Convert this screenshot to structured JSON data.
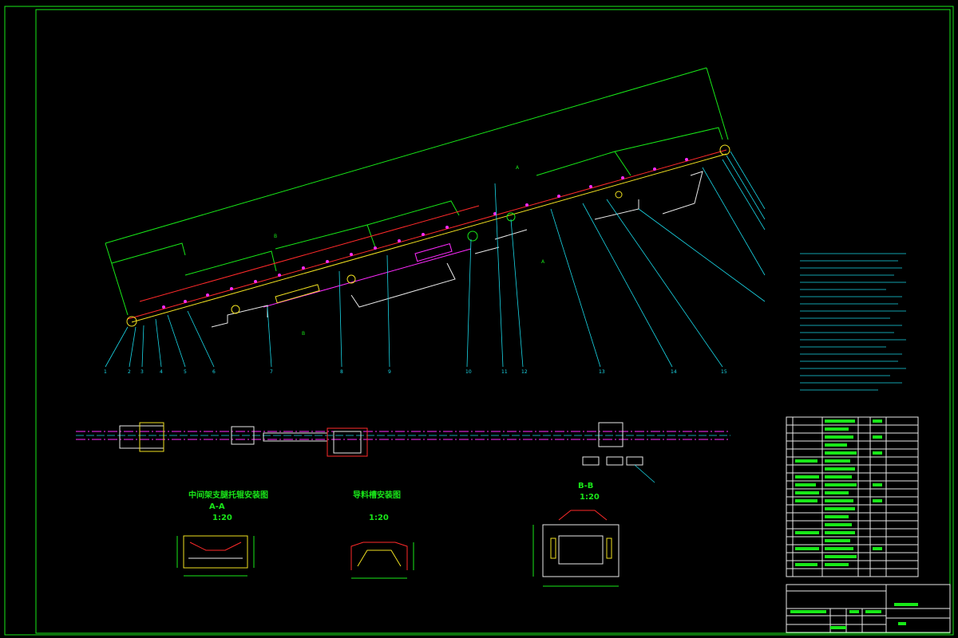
{
  "colors": {
    "background": "#000000",
    "frame": "#18e818",
    "leader": "#19d6e6",
    "centerline": "#ff2aff",
    "belt": "#ff2a2a",
    "structure": "#e8e8e8"
  },
  "views": {
    "section_aa_title": "中间架支腿托辊安装图",
    "section_aa_label": "A-A",
    "section_aa_scale": "1:20",
    "guide_title": "导料槽安装图",
    "guide_scale": "1:20",
    "section_bb_label": "B-B",
    "section_bb_scale": "1:20"
  },
  "marks": {
    "section_a": "A",
    "section_b": "B"
  },
  "item_numbers": [
    "1",
    "2",
    "3",
    "4",
    "5",
    "6",
    "7",
    "8",
    "9",
    "10",
    "11",
    "12",
    "13",
    "14",
    "15"
  ]
}
